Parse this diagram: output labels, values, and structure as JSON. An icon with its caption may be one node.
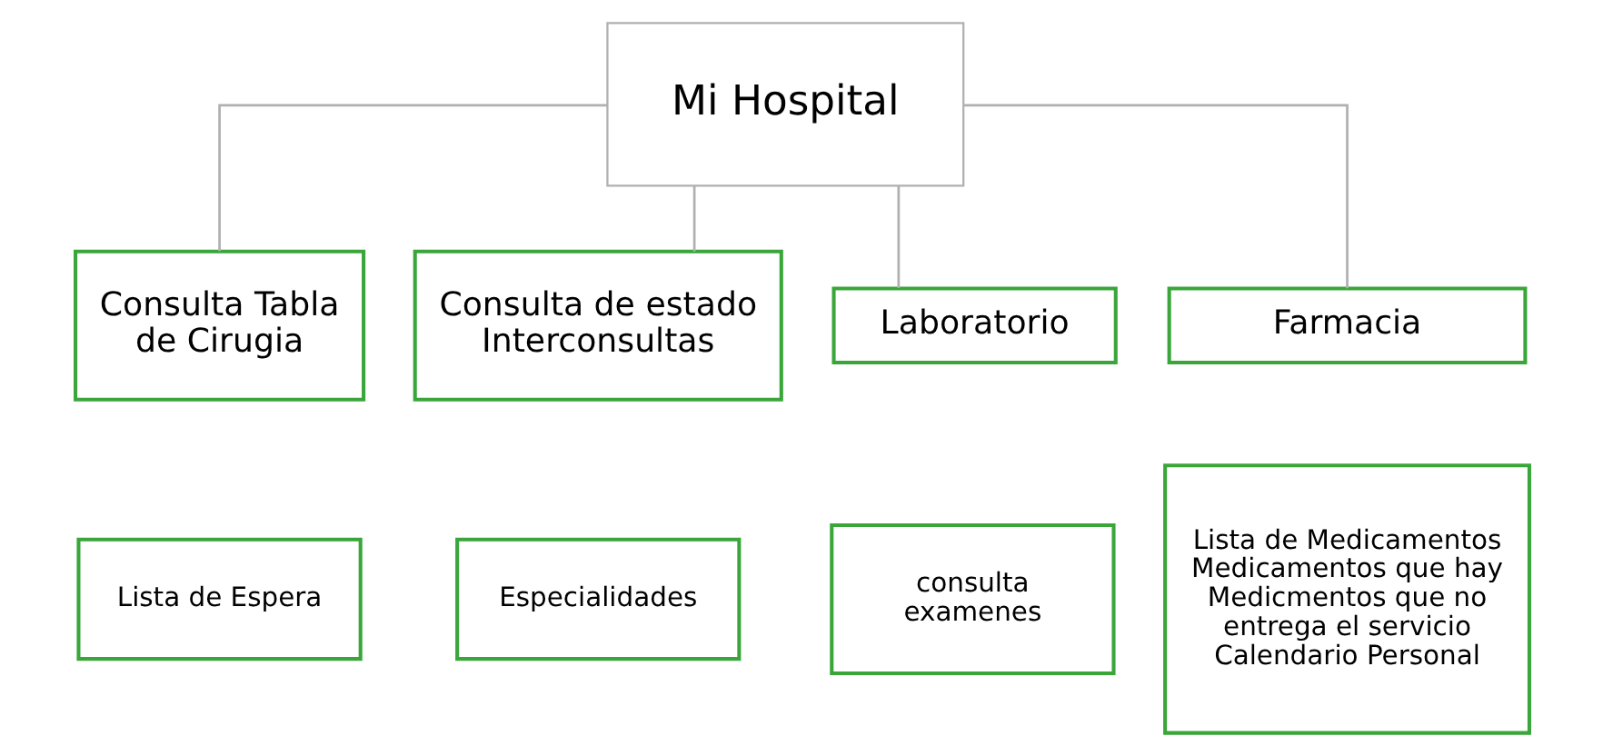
{
  "diagram": {
    "nodes": [
      {
        "text": [
          "Mi Hospital"
        ]
      },
      {
        "text": [
          "Consulta Tabla de Cirugia"
        ]
      },
      {
        "text": [
          "Lista de Espera"
        ]
      },
      {
        "text": [
          "Consulta de estado Interconsultas"
        ]
      },
      {
        "text": [
          "Especialidades"
        ]
      },
      {
        "text": [
          "Laboratorio"
        ]
      },
      {
        "text": [
          "consulta examenes"
        ]
      },
      {
        "text": [
          "Farmacia"
        ]
      },
      {
        "text": [
          "Lista de Medicamentos Medicamentos que hay Medicmentos que no entrega el servicio Calendario Personal"
        ]
      }
    ],
    "edges": [
      {
        "from": 0,
        "to": 1,
        "arrow": "none"
      },
      {
        "from": 0,
        "to": 3,
        "arrow": "none"
      },
      {
        "from": 0,
        "to": 5,
        "arrow": "none"
      },
      {
        "from": 0,
        "to": 7,
        "arrow": "none"
      }
    ]
  }
}
